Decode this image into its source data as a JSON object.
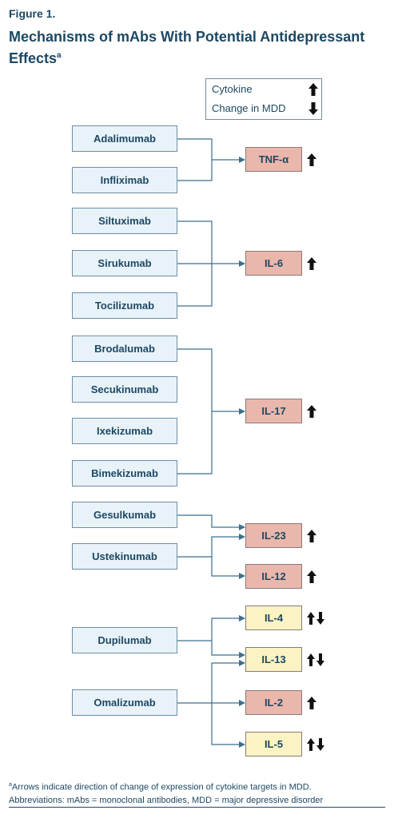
{
  "figure_label": "Figure 1.",
  "title_main": "Mechanisms of mAbs With Potential Antidepressant Effects",
  "title_sup": "a",
  "legend": {
    "row1": "Cytokine",
    "row2": "Change in MDD"
  },
  "drugs": {
    "adalimumab": "Adalimumab",
    "infliximab": "Infliximab",
    "siltuximab": "Siltuximab",
    "sirukumab": "Sirukumab",
    "tocilizumab": "Tocilizumab",
    "brodalumab": "Brodalumab",
    "secukinumab": "Secukinumab",
    "ixekizumab": "Ixekizumab",
    "bimekizumab": "Bimekizumab",
    "gesulkumab": "Gesulkumab",
    "ustekinumab": "Ustekinumab",
    "dupilumab": "Dupilumab",
    "omalizumab": "Omalizumab"
  },
  "cytokines": {
    "tnf": "TNF-α",
    "il6": "IL-6",
    "il17": "IL-17",
    "il23": "IL-23",
    "il12": "IL-12",
    "il4": "IL-4",
    "il13": "IL-13",
    "il2": "IL-2",
    "il5": "IL-5"
  },
  "cytokine_change": {
    "tnf": "up",
    "il6": "up",
    "il17": "up",
    "il23": "up",
    "il12": "up",
    "il4": "up-down",
    "il13": "up-down",
    "il2": "up",
    "il5": "up-down"
  },
  "colors": {
    "text": "#1d4863",
    "drug_fill": "#e8f2f9",
    "cytokine_up_fill": "#eab7ac",
    "cytokine_mixed_fill": "#fbf3c3",
    "connector": "#3d6f8e"
  },
  "footnote": {
    "sup": "a",
    "line1": "Arrows indicate direction of change of expression of cytokine targets in MDD.",
    "line2": "Abbreviations: mAbs = monoclonal antibodies, MDD = major depressive disorder"
  }
}
